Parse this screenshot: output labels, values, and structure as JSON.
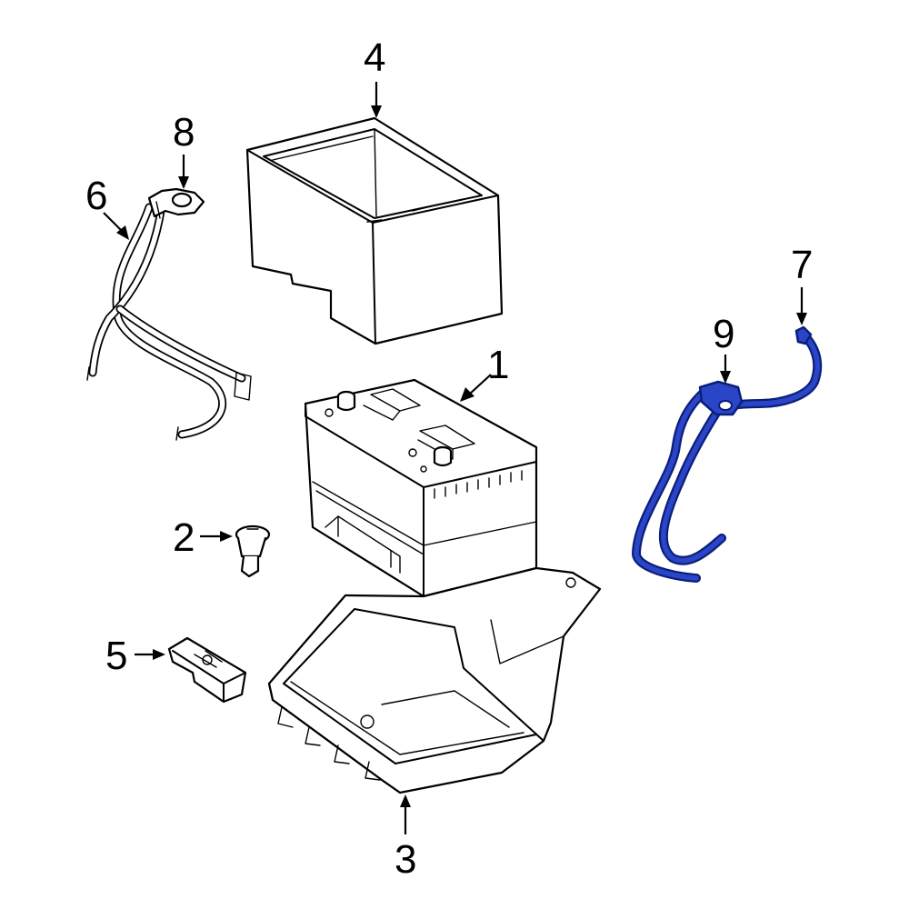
{
  "callouts": {
    "c1": "1",
    "c2": "2",
    "c3": "3",
    "c4": "4",
    "c5": "5",
    "c6": "6",
    "c7": "7",
    "c8": "8",
    "c9": "9"
  },
  "colors": {
    "highlight_fill": "#2b45c8",
    "highlight_outline": "#0b1f78",
    "line": "#000000",
    "background": "#ffffff"
  }
}
